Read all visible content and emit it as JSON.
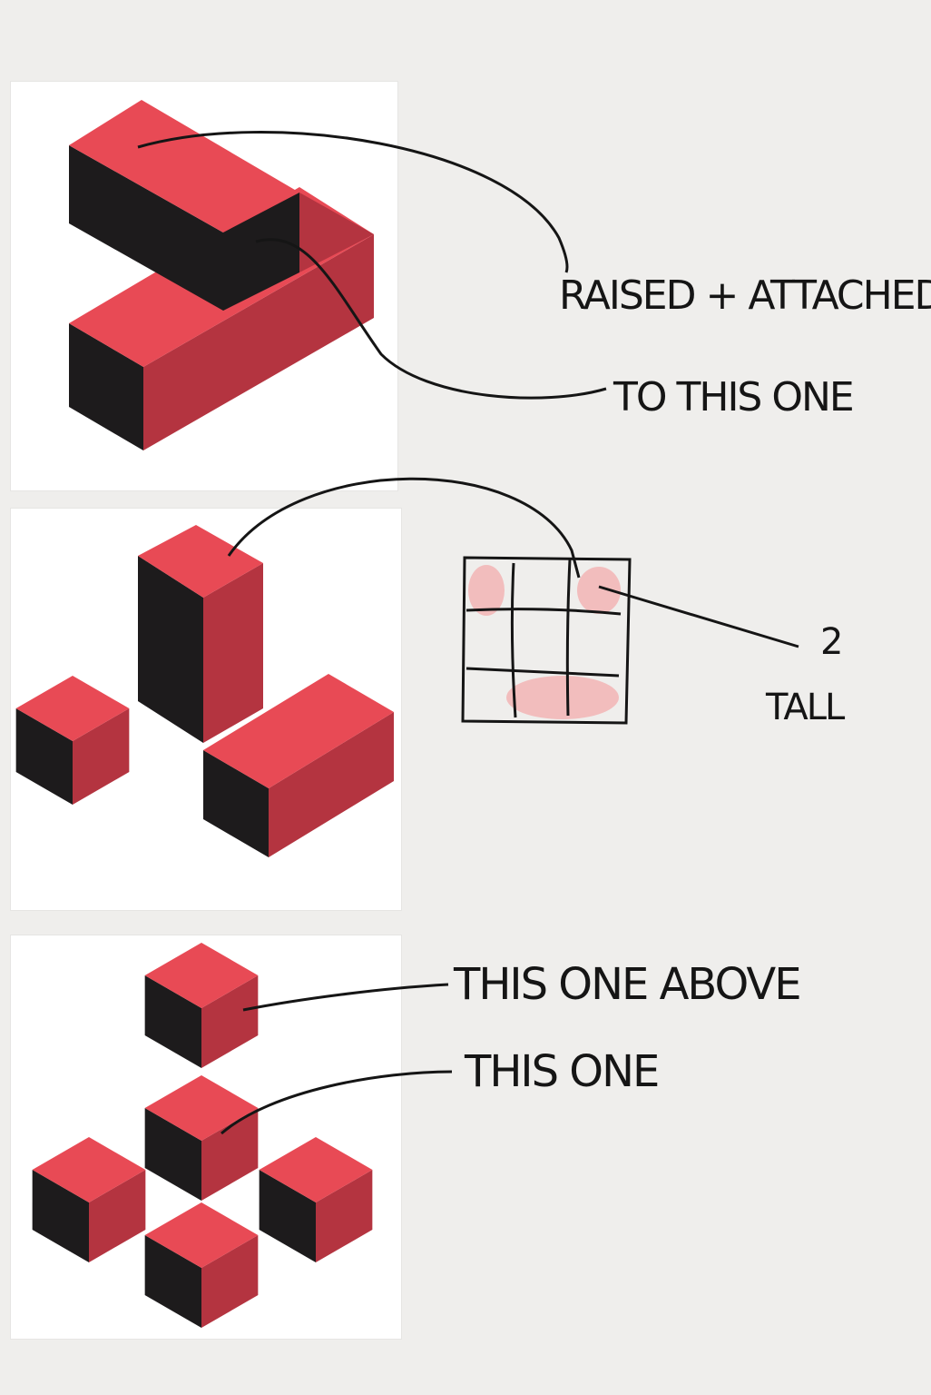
{
  "colors": {
    "top": "#e84a55",
    "right": "#b43440",
    "left": "#1d1b1c",
    "ink": "#151515",
    "highlight": "#f2bdbd",
    "background": "#efeeec",
    "panel": "#ffffff"
  },
  "annotations": {
    "raised_line1": "RAISED + ATTACHED",
    "raised_line2": "TO THIS ONE",
    "two_tall_num": "2",
    "two_tall_word": "TALL",
    "above_line1": "THIS ONE ABOVE",
    "above_line2": "THIS ONE"
  }
}
